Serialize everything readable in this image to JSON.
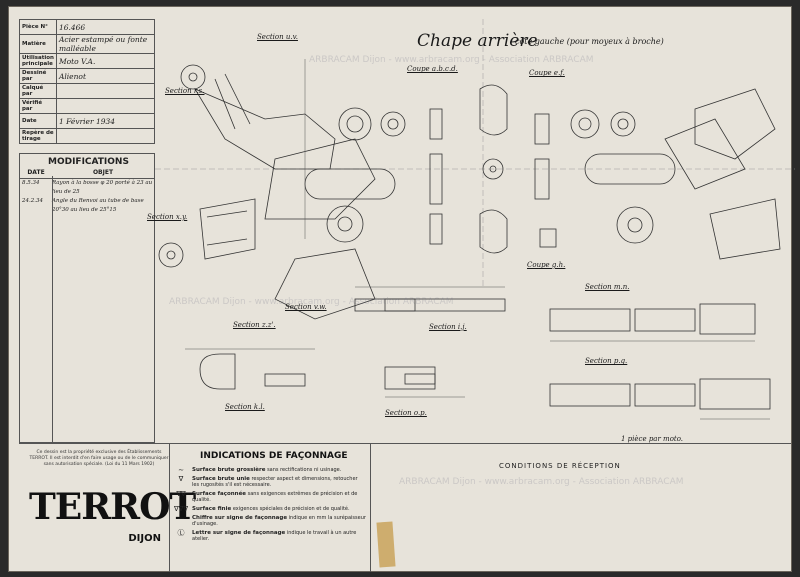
{
  "title_block": {
    "rows": [
      {
        "label": "Pièce N°",
        "value": "16.466"
      },
      {
        "label": "Matière",
        "value": "Acier estampé ou fonte malléable"
      },
      {
        "label": "Utilisation principale",
        "value": "Moto V.A."
      },
      {
        "label": "Dessiné par",
        "value": "Alienot"
      },
      {
        "label": "Calqué par",
        "value": ""
      },
      {
        "label": "Vérifié par",
        "value": ""
      },
      {
        "label": "Date",
        "value": "1 Février 1934"
      },
      {
        "label": "Repère de tirage",
        "value": ""
      }
    ]
  },
  "modifications": {
    "heading": "MODIFICATIONS",
    "col_date": "DATE",
    "col_objet": "OBJET",
    "rows": [
      {
        "date": "8.5.34",
        "objet": "Rayon à la bosse φ 20 porté à 23 au lieu de 25"
      },
      {
        "date": "24.2.34",
        "objet": "Angle du Renvoi au tube de base 20°30 au lieu de 25°15"
      }
    ]
  },
  "drawing": {
    "title": "Chape arrière",
    "subtitle": "coté gauche (pour moyeux à broche)",
    "labels": {
      "section_rs": "Section r.s.",
      "section_uv": "Section u.v.",
      "coupe_ab": "Coupe a.b.c.d.",
      "coupe_ef": "Coupe e.f.",
      "section_xy": "Section x.y.",
      "coupe_gh": "Coupe g.h.",
      "section_zz": "Section z.z'.",
      "section_vw": "Section v.w.",
      "section_ij": "Section i.j.",
      "section_mn": "Section m.n.",
      "section_kl": "Section k.l.",
      "section_op": "Section o.p.",
      "section_pq": "Section p.q.",
      "note_piece": "1 pièce par moto."
    }
  },
  "footer": {
    "legal": "Ce dessin est la propriété exclusive des Établissements TERROT. Il est interdit d'en faire usage ou de le communiquer sans autorisation spéciale. (Loi du 11 Mars 1902)",
    "brand": "TERROT",
    "city": "DIJON",
    "facon_heading": "INDICATIONS DE FAÇONNAGE",
    "facon_items": [
      {
        "sym": "∼",
        "title": "Surface brute grossière",
        "desc": "sans rectifications ni usinage."
      },
      {
        "sym": "∇",
        "title": "Surface brute unie",
        "desc": "respecter aspect et dimensions, retoucher les rugosités s'il est nécessaire."
      },
      {
        "sym": "∇∇",
        "title": "Surface façonnée",
        "desc": "sans exigences extrêmes de précision et de qualité."
      },
      {
        "sym": "∇∇∇",
        "title": "Surface finie",
        "desc": "exigences spéciales de précision et de qualité."
      },
      {
        "sym": "—",
        "title": "Chiffre sur signe de façonnage",
        "desc": "indique en mm la surépaisseur d'usinage."
      },
      {
        "sym": "Ⓛ",
        "title": "Lettre sur signe de façonnage",
        "desc": "indique le travail à un autre atelier."
      }
    ],
    "reception": "CONDITIONS DE RÉCEPTION"
  },
  "watermark": "ARBRACAM Dijon - www.arbracam.org - Association ARBRACAM"
}
